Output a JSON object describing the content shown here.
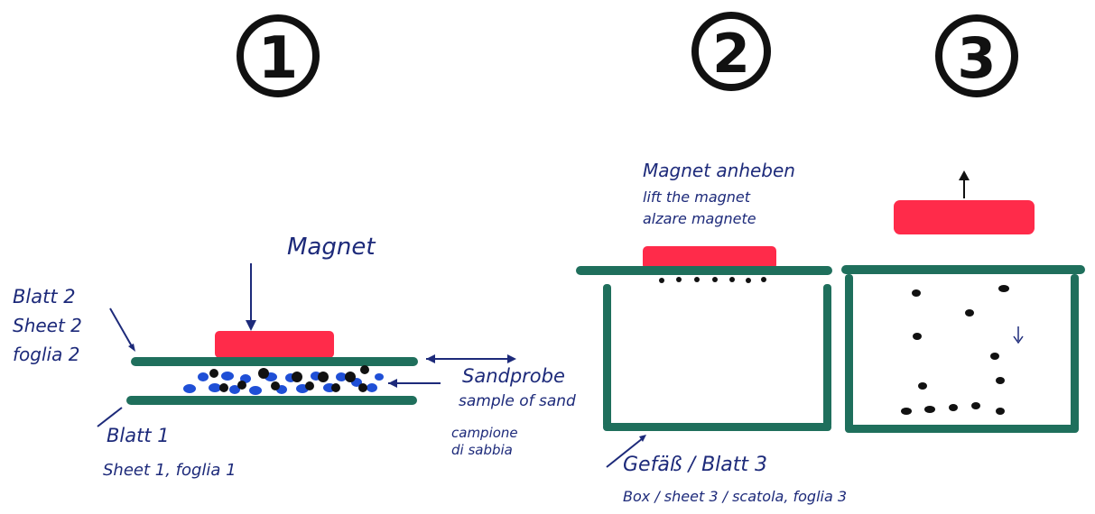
{
  "steps": {
    "step1": "1",
    "step2": "2",
    "step3": "3"
  },
  "labels": {
    "magnet": "Magnet",
    "blatt2_de": "Blatt 2",
    "blatt2_en": "Sheet 2",
    "blatt2_it": "foglia 2",
    "blatt1_de": "Blatt 1",
    "blatt1_en_it": "Sheet 1, foglia 1",
    "sand_de": "Sandprobe",
    "sand_en": "sample of sand",
    "sand_it_1": "campione",
    "sand_it_2": "di sabbia",
    "lift_de": "Magnet anheben",
    "lift_en": "lift the magnet",
    "lift_it": "alzare magnete",
    "box_de": "Gefäß / Blatt 3",
    "box_multi": "Box / sheet 3 / scatola, foglia 3"
  },
  "colors": {
    "sheet": "#1f6f5c",
    "magnet": "#ff2b4a",
    "sand_blue": "#1f4fd6",
    "particle": "#111111",
    "ink": "#1d2a7a"
  }
}
